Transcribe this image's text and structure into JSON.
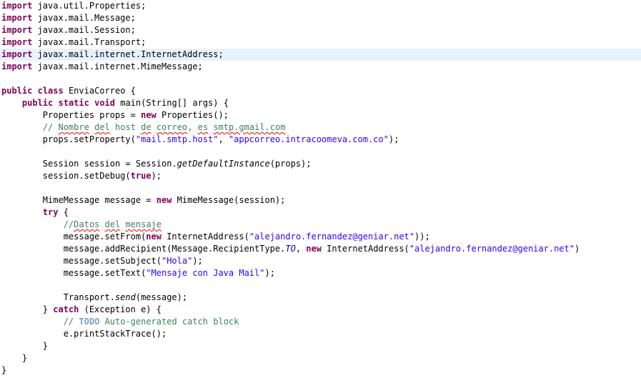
{
  "editor": {
    "current_line_index": 4,
    "lines": [
      [
        {
          "t": "kw",
          "v": "import"
        },
        {
          "t": "p",
          "v": " java.util.Properties;"
        }
      ],
      [
        {
          "t": "kw",
          "v": "import"
        },
        {
          "t": "p",
          "v": " javax.mail.Message;"
        }
      ],
      [
        {
          "t": "kw",
          "v": "import"
        },
        {
          "t": "p",
          "v": " javax.mail.Session;"
        }
      ],
      [
        {
          "t": "kw",
          "v": "import"
        },
        {
          "t": "p",
          "v": " javax.mail.Transport;"
        }
      ],
      [
        {
          "t": "kw",
          "v": "import"
        },
        {
          "t": "p",
          "v": " javax.mail.internet.InternetAddress;"
        }
      ],
      [
        {
          "t": "kw",
          "v": "import"
        },
        {
          "t": "p",
          "v": " javax.mail.internet.MimeMessage;"
        }
      ],
      [],
      [
        {
          "t": "kw",
          "v": "public"
        },
        {
          "t": "p",
          "v": " "
        },
        {
          "t": "kw",
          "v": "class"
        },
        {
          "t": "p",
          "v": " EnviaCorreo {"
        }
      ],
      [
        {
          "t": "p",
          "v": "    "
        },
        {
          "t": "kw",
          "v": "public"
        },
        {
          "t": "p",
          "v": " "
        },
        {
          "t": "kw",
          "v": "static"
        },
        {
          "t": "p",
          "v": " "
        },
        {
          "t": "kw",
          "v": "void"
        },
        {
          "t": "p",
          "v": " main(String[] args) {"
        }
      ],
      [
        {
          "t": "p",
          "v": "        Properties props = "
        },
        {
          "t": "kw",
          "v": "new"
        },
        {
          "t": "p",
          "v": " Properties();"
        }
      ],
      [
        {
          "t": "p",
          "v": "        "
        },
        {
          "t": "cmt",
          "v": "// "
        },
        {
          "t": "cmt-sp",
          "v": "Nombre"
        },
        {
          "t": "cmt",
          "v": " "
        },
        {
          "t": "cmt-sp",
          "v": "del"
        },
        {
          "t": "cmt",
          "v": " host "
        },
        {
          "t": "cmt-sp",
          "v": "de"
        },
        {
          "t": "cmt",
          "v": " "
        },
        {
          "t": "cmt-sp",
          "v": "correo"
        },
        {
          "t": "cmt",
          "v": ", "
        },
        {
          "t": "cmt-sp",
          "v": "es"
        },
        {
          "t": "cmt",
          "v": " "
        },
        {
          "t": "cmt-sp",
          "v": "smtp.gmail.com"
        }
      ],
      [
        {
          "t": "p",
          "v": "        props.setProperty("
        },
        {
          "t": "str",
          "v": "\"mail.smtp.host\""
        },
        {
          "t": "p",
          "v": ", "
        },
        {
          "t": "str",
          "v": "\"appcorreo.intracoomeva.com.co\""
        },
        {
          "t": "p",
          "v": ");"
        }
      ],
      [],
      [
        {
          "t": "p",
          "v": "        Session session = Session."
        },
        {
          "t": "it",
          "v": "getDefaultInstance"
        },
        {
          "t": "p",
          "v": "(props);"
        }
      ],
      [
        {
          "t": "p",
          "v": "        session.setDebug("
        },
        {
          "t": "kw",
          "v": "true"
        },
        {
          "t": "p",
          "v": ");"
        }
      ],
      [],
      [
        {
          "t": "p",
          "v": "        MimeMessage message = "
        },
        {
          "t": "kw",
          "v": "new"
        },
        {
          "t": "p",
          "v": " MimeMessage(session);"
        }
      ],
      [
        {
          "t": "p",
          "v": "        "
        },
        {
          "t": "kw",
          "v": "try"
        },
        {
          "t": "p",
          "v": " {"
        }
      ],
      [
        {
          "t": "p",
          "v": "            "
        },
        {
          "t": "cmt",
          "v": "//"
        },
        {
          "t": "cmt-sp",
          "v": "Datos"
        },
        {
          "t": "cmt",
          "v": " "
        },
        {
          "t": "cmt-sp",
          "v": "del"
        },
        {
          "t": "cmt",
          "v": " "
        },
        {
          "t": "cmt-sp",
          "v": "mensaje"
        }
      ],
      [
        {
          "t": "p",
          "v": "            message.setFrom("
        },
        {
          "t": "kw",
          "v": "new"
        },
        {
          "t": "p",
          "v": " InternetAddress("
        },
        {
          "t": "str",
          "v": "\"alejandro.fernandez@geniar.net\""
        },
        {
          "t": "p",
          "v": "));"
        }
      ],
      [
        {
          "t": "p",
          "v": "            message.addRecipient(Message.RecipientType."
        },
        {
          "t": "st",
          "v": "TO"
        },
        {
          "t": "p",
          "v": ", "
        },
        {
          "t": "kw",
          "v": "new"
        },
        {
          "t": "p",
          "v": " InternetAddress("
        },
        {
          "t": "str",
          "v": "\"alejandro.fernandez@geniar.net\""
        },
        {
          "t": "p",
          "v": ")"
        }
      ],
      [
        {
          "t": "p",
          "v": "            message.setSubject("
        },
        {
          "t": "str",
          "v": "\"Hola\""
        },
        {
          "t": "p",
          "v": ");"
        }
      ],
      [
        {
          "t": "p",
          "v": "            message.setText("
        },
        {
          "t": "str",
          "v": "\"Mensaje con Java Mail\""
        },
        {
          "t": "p",
          "v": ");"
        }
      ],
      [],
      [
        {
          "t": "p",
          "v": "            Transport."
        },
        {
          "t": "it",
          "v": "send"
        },
        {
          "t": "p",
          "v": "(message);"
        }
      ],
      [
        {
          "t": "p",
          "v": "        } "
        },
        {
          "t": "kw",
          "v": "catch"
        },
        {
          "t": "p",
          "v": " (Exception e) {"
        }
      ],
      [
        {
          "t": "p",
          "v": "            "
        },
        {
          "t": "cmt",
          "v": "// "
        },
        {
          "t": "todo",
          "v": "TODO"
        },
        {
          "t": "cmt",
          "v": " Auto-generated catch block"
        }
      ],
      [
        {
          "t": "p",
          "v": "            e.printStackTrace();"
        }
      ],
      [
        {
          "t": "p",
          "v": "        }"
        }
      ],
      [
        {
          "t": "p",
          "v": "    }"
        }
      ],
      [
        {
          "t": "p",
          "v": "}"
        }
      ]
    ]
  }
}
